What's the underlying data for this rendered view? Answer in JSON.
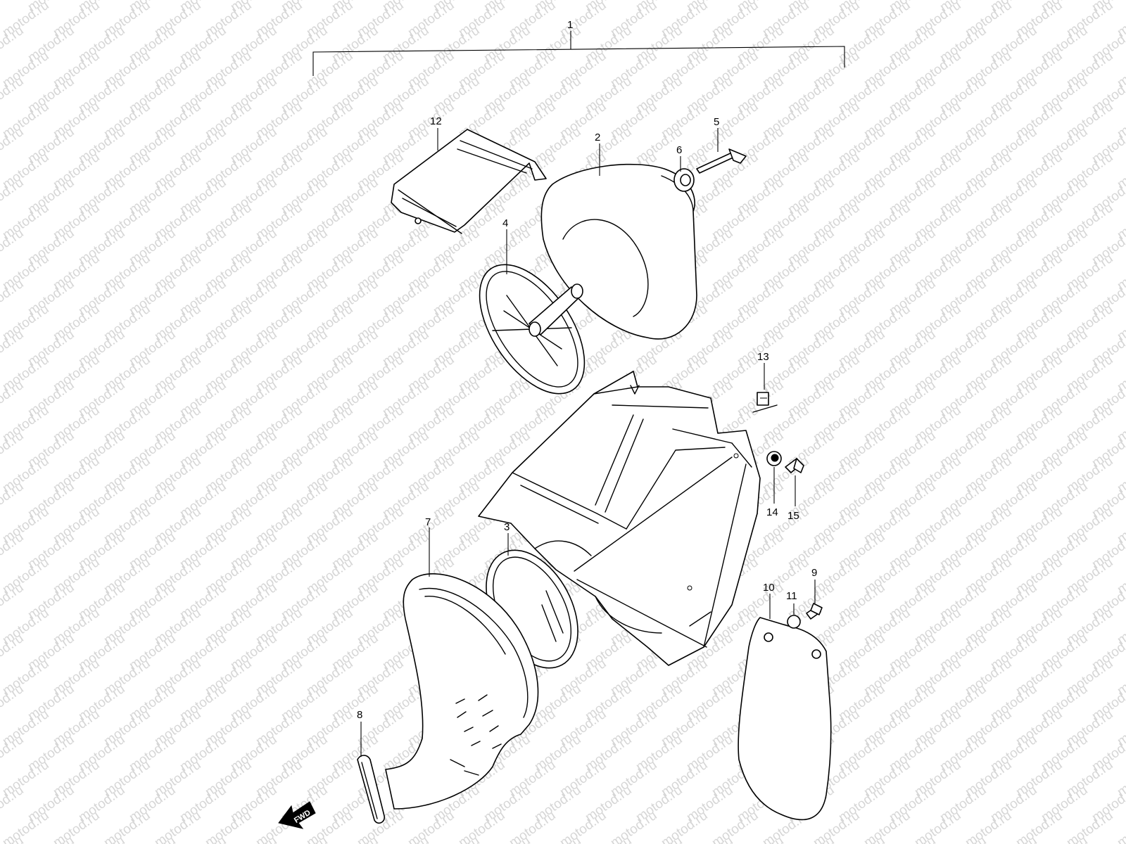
{
  "watermark": {
    "text": "motod.ru",
    "color": "#d6d6d6"
  },
  "callouts": {
    "p1": "1",
    "p2": "2",
    "p3": "3",
    "p4": "4",
    "p5": "5",
    "p6": "6",
    "p7": "7",
    "p8": "8",
    "p9": "9",
    "p10": "10",
    "p11": "11",
    "p12": "12",
    "p13": "13",
    "p14": "14",
    "p15": "15"
  },
  "fwd_label": "FWD"
}
